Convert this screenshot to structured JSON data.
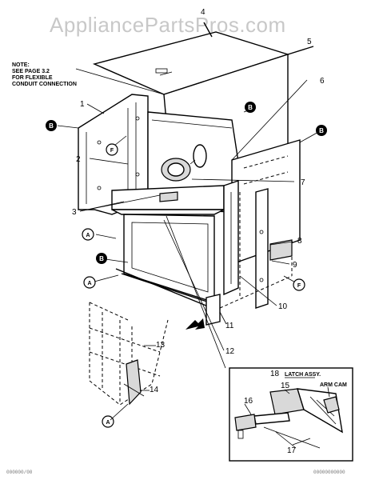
{
  "watermark": "AppliancePartsPros.com",
  "note": {
    "line1": "NOTE:",
    "line2": "SEE PAGE 3.2",
    "line3": "FOR FLEXIBLE",
    "line4": "CONDUIT CONNECTION"
  },
  "part_numbers": {
    "p1": "1",
    "p2": "2",
    "p3": "3",
    "p4": "4",
    "p5": "5",
    "p6": "6",
    "p7": "7",
    "p8": "8",
    "p9": "9",
    "p10": "10",
    "p11": "11",
    "p12": "12",
    "p13": "13",
    "p14": "14",
    "p15": "15",
    "p16": "16",
    "p17": "17",
    "p18": "18"
  },
  "callouts": {
    "A": "A",
    "B": "B",
    "F": "F"
  },
  "inset": {
    "title": "LATCH ASSY.",
    "arm_cam": "ARM CAM"
  },
  "footer": {
    "left": "000000/00",
    "right": "00000000000"
  }
}
